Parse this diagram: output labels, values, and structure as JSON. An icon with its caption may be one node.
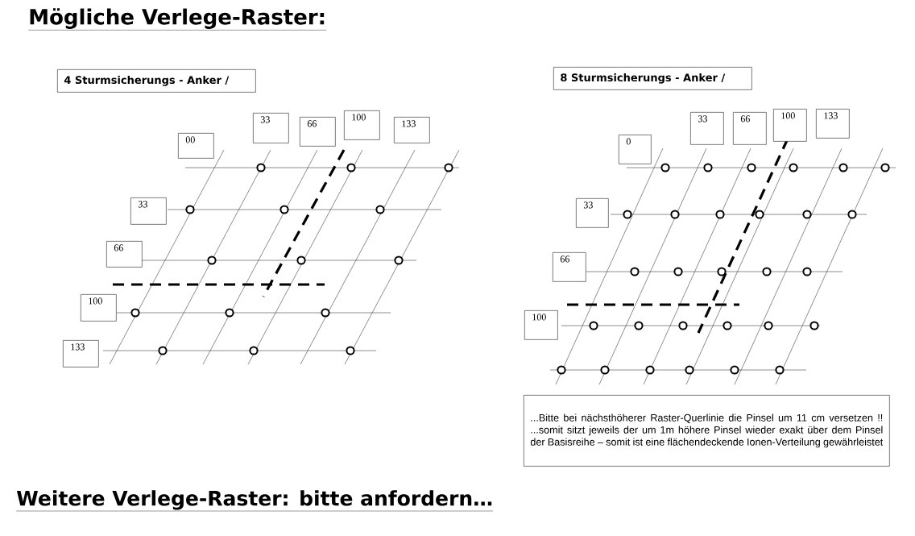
{
  "diagram": {
    "title": "Mögliche Verlege-Raster:",
    "caption": "Weitere Verlege-Raster: bitte anfordern…",
    "nodes": [
      {
        "text": [
          "4 Sturmsicherungs - Anker /"
        ]
      },
      {
        "text": [
          "8 Sturmsicherungs - Anker /"
        ]
      },
      {
        "text": [
          "00"
        ]
      },
      {
        "text": [
          "33"
        ]
      },
      {
        "text": [
          "66"
        ]
      },
      {
        "text": [
          "100"
        ]
      },
      {
        "text": [
          "133"
        ]
      },
      {
        "text": [
          "33"
        ]
      },
      {
        "text": [
          "66"
        ]
      },
      {
        "text": [
          "100"
        ]
      },
      {
        "text": [
          "133"
        ]
      },
      {
        "text": [
          "0"
        ]
      },
      {
        "text": [
          "33"
        ]
      },
      {
        "text": [
          "66"
        ]
      },
      {
        "text": [
          "100"
        ]
      },
      {
        "text": [
          "133"
        ]
      },
      {
        "text": [
          "33"
        ]
      },
      {
        "text": [
          "66"
        ]
      },
      {
        "text": [
          "100"
        ]
      },
      {
        "text": [
          "...Bitte bei nächsthöherer Raster-Querlinie die Pinsel um 11 cm versetzen !! ...somit sitzt jeweils der um 1m höhere Pinsel wieder exakt über dem Pinsel der Basisreihe – somit ist eine flächendeckende Ionen-Verteilung gewährleistet"
        ]
      }
    ]
  }
}
